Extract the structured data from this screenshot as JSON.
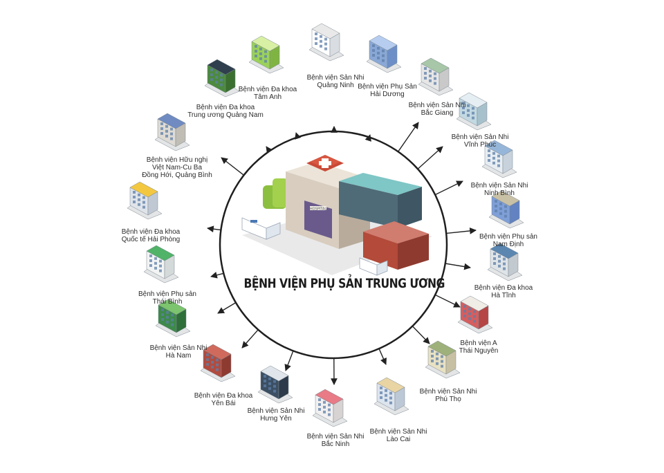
{
  "hub": {
    "title": "BỆNH VIỆN PHỤ SẢN TRUNG ƯƠNG",
    "sign": "HOSPITAL"
  },
  "hospitals": [
    {
      "line1": "Bệnh viện Sản Nhi",
      "line2": "Quảng Ninh"
    },
    {
      "line1": "Bệnh viện Phụ Sản",
      "line2": "Hải Dương"
    },
    {
      "line1": "Bệnh viện Sản Nhi",
      "line2": "Bắc Giang"
    },
    {
      "line1": "Bệnh viện Sản Nhi",
      "line2": "Vĩnh Phúc"
    },
    {
      "line1": "Bệnh viện Sản Nhi",
      "line2": "Ninh Bình"
    },
    {
      "line1": "Bệnh viện Phụ sản",
      "line2": "Nam Định"
    },
    {
      "line1": "Bệnh viện Đa khoa",
      "line2": "Hà Tĩnh"
    },
    {
      "line1": "Bệnh viện A",
      "line2": "Thái Nguyên"
    },
    {
      "line1": "Bệnh viện Sản Nhi",
      "line2": "Phú Thọ"
    },
    {
      "line1": "Bệnh viện Sản Nhi",
      "line2": "Lào Cai"
    },
    {
      "line1": "Bệnh viện Sản Nhi",
      "line2": "Bắc Ninh"
    },
    {
      "line1": "Bệnh viện Sản Nhi",
      "line2": "Hưng Yên"
    },
    {
      "line1": "Bệnh viện Đa khoa",
      "line2": "Yên Bái"
    },
    {
      "line1": "Bệnh viện Sản Nhi",
      "line2": "Hà Nam"
    },
    {
      "line1": "Bệnh viện Phụ sản",
      "line2": "Thái Bình"
    },
    {
      "line1": "Bệnh viện Đa khoa",
      "line2": "Quốc tế Hải Phòng"
    },
    {
      "line1": "Bệnh viện Hữu nghị",
      "line2": "Việt Nam-Cu Ba",
      "line3": "Đồng Hới, Quảng Bình"
    },
    {
      "line1": "Bệnh viện Đa khoa",
      "line2": "Trung ương Quảng Nam"
    },
    {
      "line1": "Bệnh viện Đa khoa",
      "line2": "Tâm Anh"
    }
  ]
}
